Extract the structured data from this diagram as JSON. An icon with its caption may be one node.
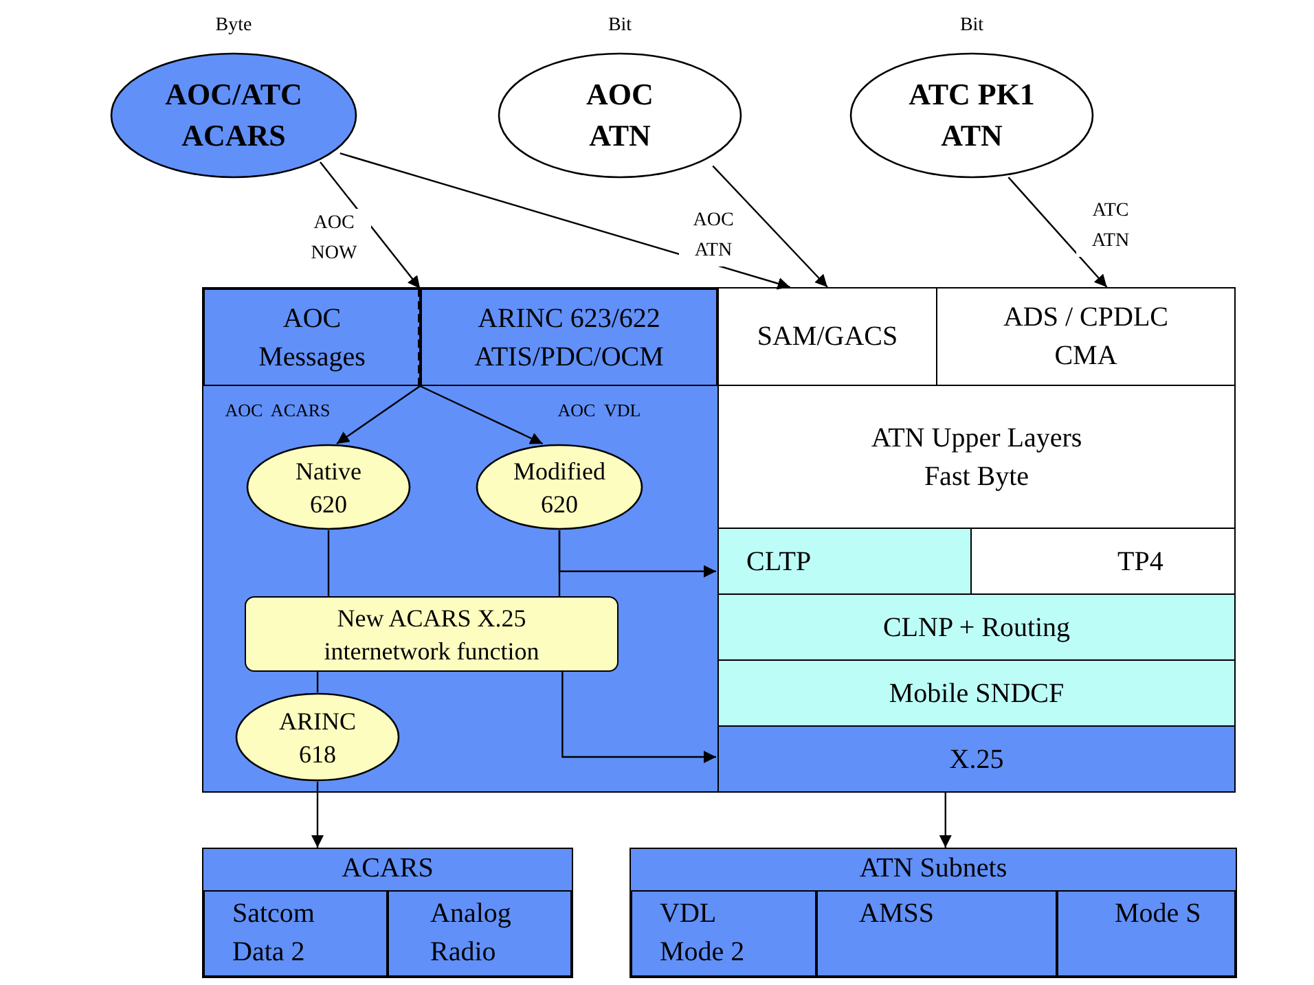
{
  "diagram": {
    "nodes": [
      {
        "text": [
          "AOC/ATC ACARS"
        ],
        "beside": [
          "Byte"
        ]
      },
      {
        "text": [
          "AOC ATN"
        ],
        "beside": [
          "Bit"
        ]
      },
      {
        "text": [
          "ATC PK1 ATN"
        ],
        "beside": [
          "Bit"
        ]
      },
      {
        "text": [],
        "shape": "box"
      },
      {
        "text": [
          "AOC Messages"
        ],
        "in": 3
      },
      {
        "text": [
          "ARINC 623/622 ATIS/PDC/OCM"
        ],
        "in": 3
      },
      {
        "text": [
          "Native 620"
        ],
        "in": 3
      },
      {
        "text": [
          "Modified 620"
        ],
        "in": 3
      },
      {
        "text": [
          "New ACARS X.25 internetwork function"
        ],
        "in": 3
      },
      {
        "text": [
          "ARINC 618"
        ],
        "in": 3
      },
      {
        "text": [
          "SAM/GACS"
        ]
      },
      {
        "text": [
          "ADS / CPDLC CMA"
        ]
      },
      {
        "text": [
          "ATN Upper Layers Fast Byte"
        ]
      },
      {
        "text": [
          "CLTP"
        ]
      },
      {
        "text": [
          "TP4"
        ]
      },
      {
        "text": [
          "CLNP + Routing"
        ]
      },
      {
        "text": [
          "Mobile SNDCF"
        ]
      },
      {
        "text": [
          "X.25"
        ]
      },
      {
        "text": [
          "ACARS"
        ]
      },
      {
        "text": [
          "Satcom Data 2"
        ],
        "in": 18
      },
      {
        "text": [
          "Analog Radio"
        ],
        "in": 18
      },
      {
        "text": [
          "ATN Subnets"
        ]
      },
      {
        "text": [
          "VDL Mode 2"
        ],
        "in": 21
      },
      {
        "text": [
          "AMSS"
        ],
        "in": 21
      },
      {
        "text": [
          "Mode S"
        ],
        "in": 21
      },
      {
        "text": [],
        "shape": "line",
        "in": 3
      }
    ],
    "edges": [
      {
        "from": 0,
        "to": 25,
        "arrow": "to",
        "label": "AOC NOW"
      },
      {
        "from": 0,
        "to": 10,
        "arrow": "to"
      },
      {
        "from": 1,
        "to": 10,
        "arrow": "to",
        "label": "AOC ATN"
      },
      {
        "from": 2,
        "to": 11,
        "arrow": "to",
        "label": "ATC ATN"
      },
      {
        "from": 25,
        "to": 6,
        "arrow": "to",
        "label": "AOC  ACARS"
      },
      {
        "from": 25,
        "to": 7,
        "arrow": "to",
        "label": "AOC  VDL"
      },
      {
        "from": 6,
        "to": 8,
        "arrow": "none"
      },
      {
        "from": 7,
        "to": 8,
        "arrow": "none"
      },
      {
        "from": 8,
        "to": 9,
        "arrow": "none"
      },
      {
        "from": 7,
        "to": 13,
        "arrow": "to"
      },
      {
        "from": 8,
        "to": 17,
        "arrow": "to"
      },
      {
        "from": 9,
        "to": 18,
        "arrow": "to"
      },
      {
        "from": 17,
        "to": 21,
        "arrow": "to"
      }
    ]
  }
}
